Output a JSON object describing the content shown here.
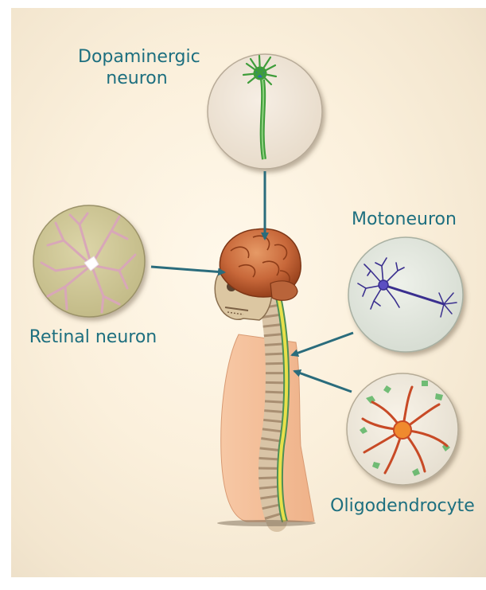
{
  "labels": {
    "dopaminergic": [
      "Dopaminergic",
      "neuron"
    ],
    "motoneuron": "Motoneuron",
    "retinal": "Retinal neuron",
    "oligodendrocyte": "Oligodendrocyte"
  },
  "colors": {
    "label_text": "#1d6f7f",
    "arrow": "#2a6c7c",
    "dopaminergic_cell": "#3f9d3a",
    "motoneuron_cell": "#3a2f8f",
    "retinal_cell": "#d8a7b8",
    "oligodendrocyte_cell": "#d8501f",
    "brain": "#c86a3c",
    "spinal_cord": "#e8e04a"
  }
}
